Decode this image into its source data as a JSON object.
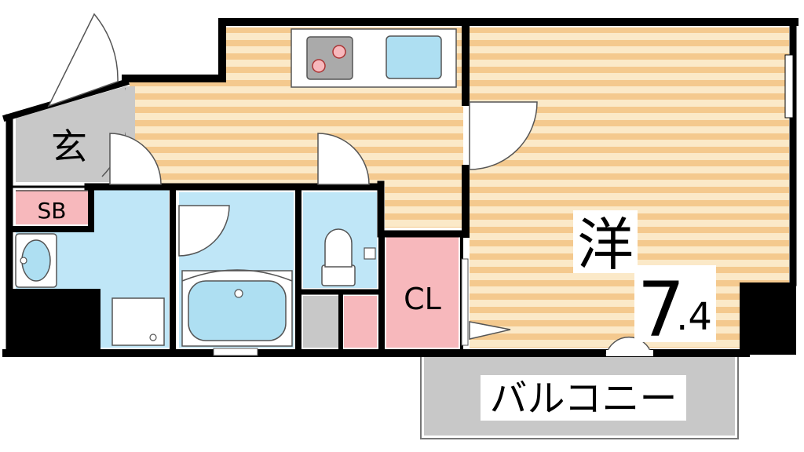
{
  "floorplan": {
    "rooms": {
      "entrance": {
        "label": "玄",
        "color": "#c8c8c8"
      },
      "shoebox": {
        "label": "SB",
        "color": "#f7b8bc"
      },
      "closet": {
        "label": "CL",
        "color": "#f7b8bc"
      },
      "western_room": {
        "label": "洋",
        "size_whole": "7",
        "size_decimal": ".4",
        "color": "#f7d7a1"
      },
      "balcony": {
        "label": "バルコニー",
        "color": "#c8c8c8"
      },
      "bathroom": {
        "color": "#bfe6f7"
      }
    },
    "colors": {
      "wall": "#000000",
      "floor_stripe": "#f4c98e",
      "floor_base": "#fbe9c8",
      "water": "#aedff2",
      "tile_gray": "#c8c8c8"
    }
  }
}
